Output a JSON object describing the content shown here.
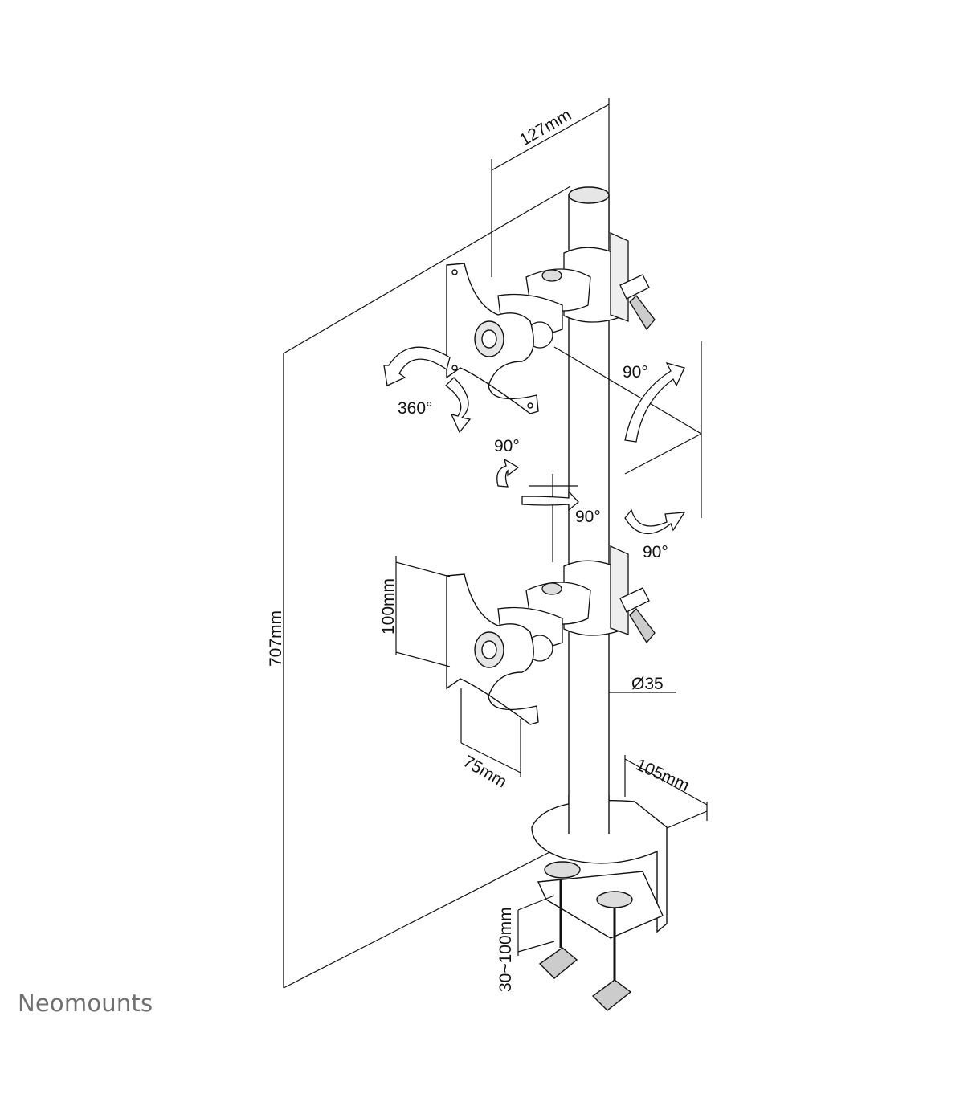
{
  "brand": {
    "name": "Neomounts"
  },
  "dimensions": {
    "height": "707mm",
    "top_offset": "127mm",
    "vesa_vertical": "100mm",
    "vesa_horizontal": "75mm",
    "pole_diameter": "Ø35",
    "base_depth": "105mm",
    "clamp_range": "30~100mm"
  },
  "rotations": {
    "rotate": "360°",
    "tilt_upper": "90°",
    "swivel_left_upper": "90°",
    "swivel_left_lower": "90°",
    "swivel_right_lower": "90°"
  },
  "colors": {
    "line": "#1a1a1a",
    "fill": "#ffffff",
    "shade": "#d9d9d9",
    "brand": "#6f7071"
  }
}
